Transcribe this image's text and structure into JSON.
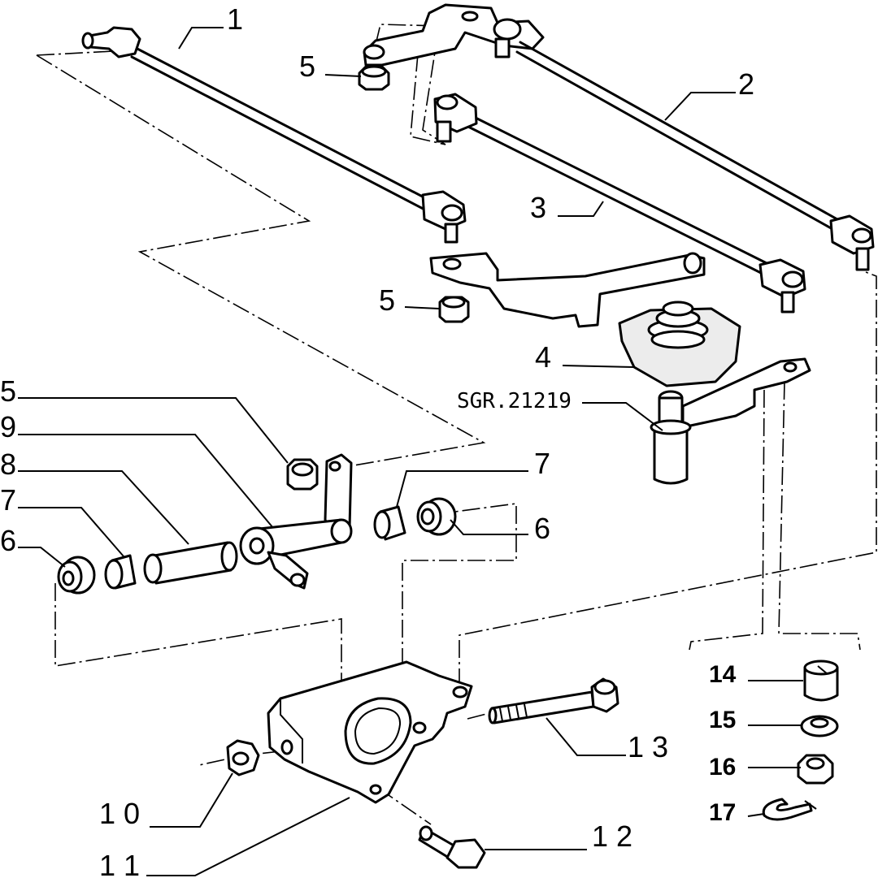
{
  "diagram": {
    "reference_code": "SGR.21219",
    "callouts": [
      {
        "id": "c1",
        "text": "1"
      },
      {
        "id": "c2",
        "text": "2"
      },
      {
        "id": "c3",
        "text": "3"
      },
      {
        "id": "c4",
        "text": "4"
      },
      {
        "id": "c5a",
        "text": "5"
      },
      {
        "id": "c5b",
        "text": "5"
      },
      {
        "id": "c5c",
        "text": "5"
      },
      {
        "id": "c6a",
        "text": "6"
      },
      {
        "id": "c6b",
        "text": "6"
      },
      {
        "id": "c7a",
        "text": "7"
      },
      {
        "id": "c7b",
        "text": "7"
      },
      {
        "id": "c8",
        "text": "8"
      },
      {
        "id": "c9",
        "text": "9"
      },
      {
        "id": "c10",
        "text": "1 0"
      },
      {
        "id": "c11",
        "text": "1 1"
      },
      {
        "id": "c12",
        "text": "1 2"
      },
      {
        "id": "c13",
        "text": "1 3"
      },
      {
        "id": "c14",
        "text": "14"
      },
      {
        "id": "c15",
        "text": "15"
      },
      {
        "id": "c16",
        "text": "16"
      },
      {
        "id": "c17",
        "text": "17"
      }
    ]
  }
}
